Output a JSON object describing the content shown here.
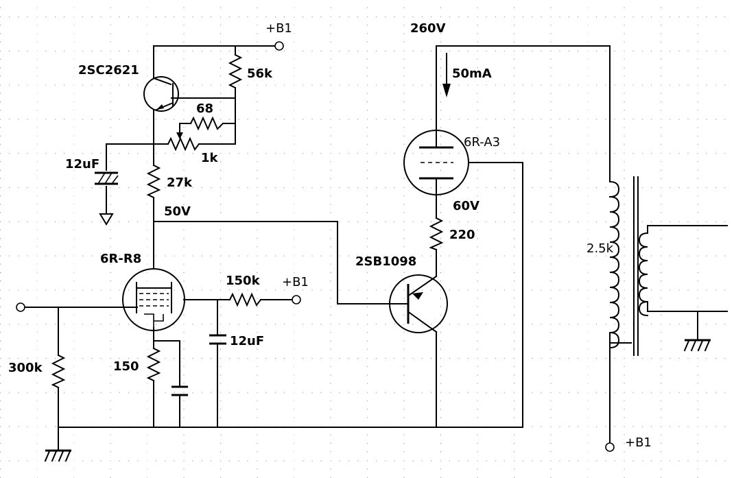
{
  "labels": {
    "b1_top": "+B1",
    "q1": "2SC2621",
    "r56k": "56k",
    "r68": "68",
    "pot1k": "1k",
    "c12uf_top": "12uF",
    "r27k": "27k",
    "v50": "50V",
    "v6r8": "6R-R8",
    "r150k": "150k",
    "b1_mid": "+B1",
    "c12uf_mid": "12uF",
    "r300k": "300k",
    "r150": "150",
    "v260": "260V",
    "i50ma": "50mA",
    "v6ra3": "6R-A3",
    "v60": "60V",
    "r220": "220",
    "q2": "2SB1098",
    "z25k": "2.5k",
    "b1_bot": "+B1"
  }
}
